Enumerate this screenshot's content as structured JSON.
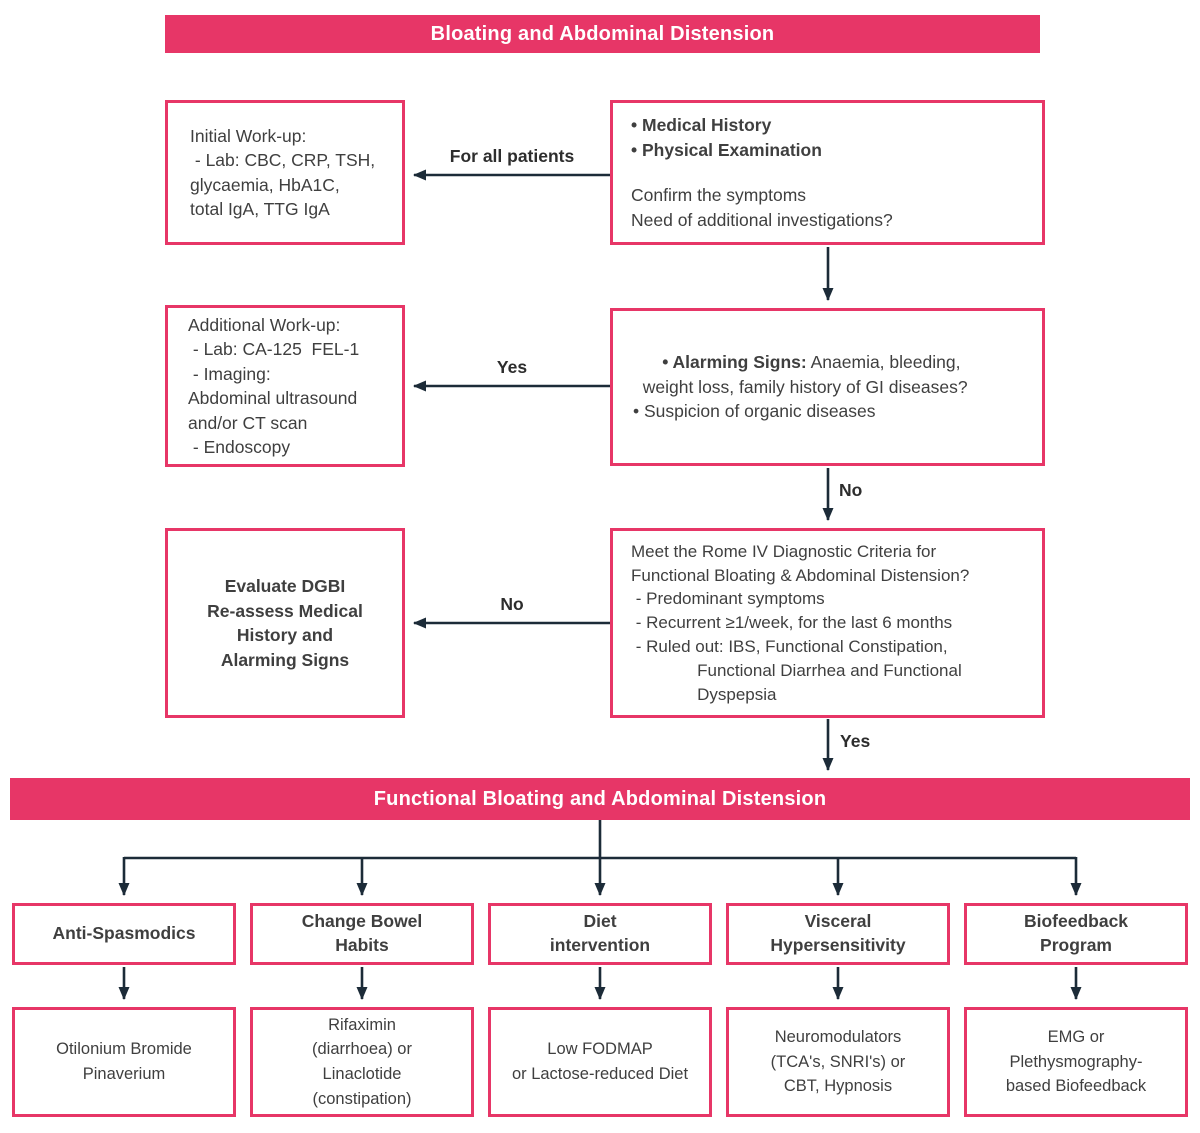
{
  "colors": {
    "accent_pink": "#E73667",
    "line_dark": "#1C2B38",
    "box_text": "#3F3F3F"
  },
  "banners": {
    "top": "Bloating and Abdominal Distension",
    "middle": "Functional Bloating and Abdominal Distension"
  },
  "row1": {
    "left_box": "Initial Work-up:\n - Lab: CBC, CRP, TSH,\nglycaemia, HbA1C,\ntotal IgA, TTG IgA",
    "right_box_bold": "• Medical History\n• Physical Examination",
    "right_box_text": "Confirm the symptoms\nNeed of additional investigations?",
    "arrow_label": "For all patients"
  },
  "row2": {
    "left_box": "Additional Work-up:\n - Lab: CA-125  FEL-1\n - Imaging:\nAbdominal ultrasound\nand/or CT scan\n - Endoscopy",
    "right_box_bullet1_bold": "• Alarming Signs:",
    "right_box_bullet1_rest": " Anaemia, bleeding,\n  weight loss, family history of GI diseases?\n",
    "right_box_bullet2": "• Suspicion of organic diseases",
    "arrow_label": "Yes",
    "down_arrow_label": "No"
  },
  "row3": {
    "left_box": "Evaluate DGBI\nRe-assess Medical\nHistory and\nAlarming Signs",
    "right_box": "Meet the Rome IV Diagnostic Criteria for\nFunctional Bloating & Abdominal Distension?\n - Predominant symptoms\n - Recurrent ≥1/week, for the last 6 months\n - Ruled out: IBS, Functional Constipation,\n              Functional Diarrhea and Functional\n              Dyspepsia",
    "arrow_label": "No",
    "down_arrow_label": "Yes"
  },
  "columns": [
    {
      "label": "Anti-Spasmodics",
      "treatment": "Otilonium Bromide\nPinaverium"
    },
    {
      "label": "Change Bowel\nHabits",
      "treatment": "Rifaximin\n(diarrhoea) or\nLinaclotide\n(constipation)"
    },
    {
      "label": "Diet\nintervention",
      "treatment": "Low FODMAP\nor Lactose-reduced Diet"
    },
    {
      "label": "Visceral\nHypersensitivity",
      "treatment": "Neuromodulators\n(TCA's, SNRI's) or\nCBT, Hypnosis"
    },
    {
      "label": "Biofeedback\nProgram",
      "treatment": "EMG or\nPlethysmography-\nbased Biofeedback"
    }
  ]
}
